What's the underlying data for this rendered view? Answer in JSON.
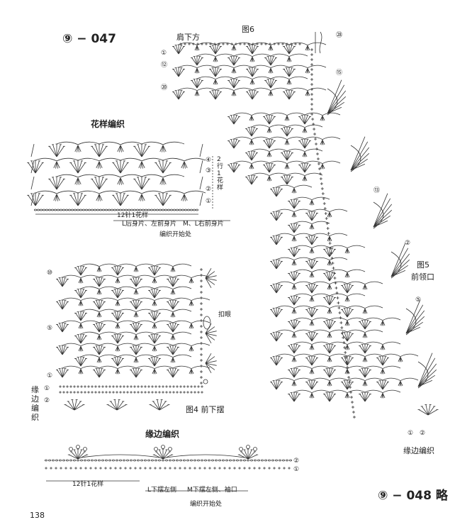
{
  "page": {
    "title_top_left": "⑨ − 047",
    "title_bottom_right": "⑨ − 048 略",
    "page_number": "138"
  },
  "fig6": {
    "title": "图6",
    "label_shoulder": "肩下方",
    "row_marks": [
      "①",
      "⑫",
      "⑳"
    ],
    "right_marks": [
      "㉘",
      "⑮"
    ]
  },
  "pattern": {
    "title": "花样编织",
    "row_marks": [
      "④",
      "③",
      "②",
      "①"
    ],
    "side_note": "2行1花样",
    "repeat_note": "12针1花样",
    "left_note": "L后身片、左前身片",
    "right_note": "M、L右前身片",
    "start_note": "编织开始处"
  },
  "fig4": {
    "caption": "图4 前下摆",
    "row_marks": [
      "⑩",
      "⑤",
      "①"
    ],
    "edge_marks": [
      "①",
      "②"
    ],
    "edge_title": "缘边编织",
    "button_note": "扣眼"
  },
  "fig5": {
    "title": "图5",
    "subtitle": "前领口",
    "marks": [
      "⑬",
      "②",
      "⑤"
    ],
    "bottom_marks": [
      "①",
      "②"
    ],
    "bottom_note": "缘边编织"
  },
  "edging": {
    "title": "缘边编织",
    "row_marks": [
      "②",
      "①"
    ],
    "repeat_note": "12针1花样",
    "left_note": "L下摆左侧",
    "right_note": "M下摆左侧、袖口",
    "start_note": "编织开始处"
  }
}
